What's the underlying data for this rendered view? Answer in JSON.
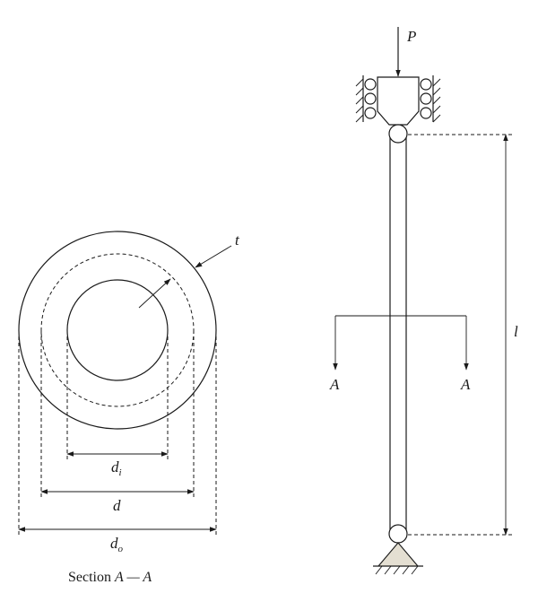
{
  "section_view": {
    "caption_prefix": "Section ",
    "caption_section": "A — A",
    "thickness_label": "t",
    "inner_diameter_label": "d",
    "inner_diameter_sub": "i",
    "mean_diameter_label": "d",
    "outer_diameter_label": "d",
    "outer_diameter_sub": "o"
  },
  "column_view": {
    "load_label": "P",
    "length_label": "l",
    "section_mark_left": "A",
    "section_mark_right": "A"
  },
  "colors": {
    "line": "#1a1a1a",
    "support_fill": "#e4dfd2"
  }
}
